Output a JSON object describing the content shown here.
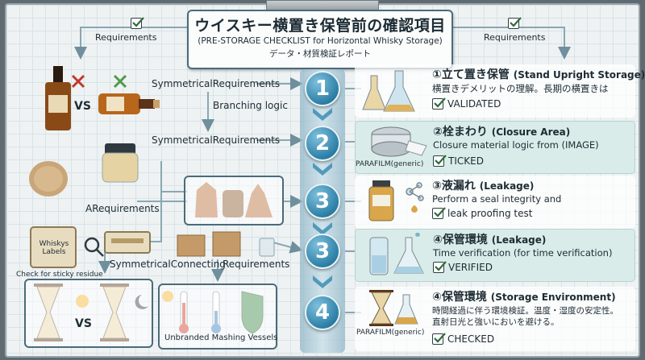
{
  "title": {
    "japanese": "ウイスキー横置き保管前の確認項目",
    "english": "(PRE-STORAGE CHECKLIST for Horizontal Whisky Storage)",
    "subtitle": "データ・材質検証レポート"
  },
  "top_left_requirement": "Requirements",
  "top_right_requirement": "Requirements",
  "left_labels": {
    "symmetrical_1": "SymmetricalRequirements",
    "branching": "Branching logic",
    "symmetrical_2": "SymmetricalRequirements",
    "a_requirements": "ARequirements",
    "symmetrical_connecting": "SymmetricalConnecting",
    "requirements": "Requirements",
    "check_text": "Check for sticky residue",
    "label_card": "Whiskys Labels",
    "vs_1": "VS",
    "vs_2": "VS",
    "vessels": "Unbranded Mashing Vessels"
  },
  "steps": [
    {
      "number": "1",
      "heading": "①立て置き保管",
      "heading_en": "(Stand Upright Storage)",
      "description": "横置きデメリットの理解。長期の横置きは",
      "status": "VALIDATED"
    },
    {
      "number": "2",
      "heading": "②栓まわり",
      "heading_en": "(Closure Area)",
      "description": "Closure material logic from (IMAGE)",
      "status": "TICKED",
      "image_label": "PARAFILM(generic)"
    },
    {
      "number": "3",
      "heading": "③液漏れ",
      "heading_en": "(Leakage)",
      "description": "Perform a seal integrity and",
      "status": "leak proofing test"
    },
    {
      "number": "3",
      "heading": "④保管環境",
      "heading_en": "(Leakage)",
      "description": "Time verification (for time verification)",
      "status": "VERIFIED"
    },
    {
      "number": "4",
      "heading": "④保管環境",
      "heading_en": "(Storage Environment)",
      "description": "時間経過に伴う環境検証。温度・湿度の安定性。",
      "description_2": "直射日光と強いにおいを避ける。",
      "status": "CHECKED",
      "image_label": "PARAFILM(generic)"
    }
  ],
  "colors": {
    "accent": "#2c7fa6",
    "frame": "#4b6b7a",
    "check": "#2e6b3a",
    "cross": "#c0392b"
  }
}
